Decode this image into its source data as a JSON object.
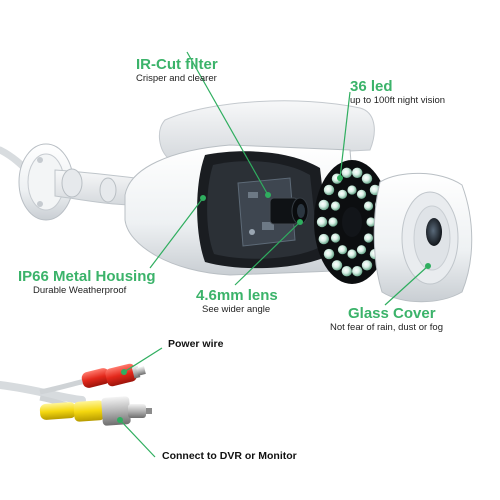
{
  "accent_color": "#3bb36a",
  "features": {
    "ir_cut": {
      "title": "IR-Cut filter",
      "subtitle": "Crisper and clearer"
    },
    "leds": {
      "title": "36 led",
      "subtitle": "up to 100ft night vision"
    },
    "housing": {
      "title": "IP66 Metal Housing",
      "subtitle": "Durable Weatherproof"
    },
    "lens": {
      "title": "4.6mm lens",
      "subtitle": "See wider angle"
    },
    "glass": {
      "title": "Glass Cover",
      "subtitle": "Not fear of rain, dust or fog"
    }
  },
  "cables": {
    "power": "Power wire",
    "video": "Connect to DVR or Monitor"
  }
}
